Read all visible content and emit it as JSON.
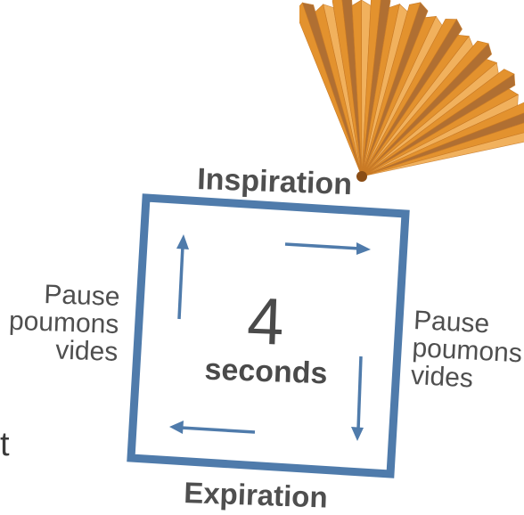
{
  "labels": {
    "top": "Inspiration",
    "bottom": "Expiration",
    "left": [
      "Pause",
      "poumons",
      "vides"
    ],
    "right": [
      "Pause",
      "poumons",
      "vides"
    ]
  },
  "center": {
    "number": "4",
    "unit": "seconds"
  },
  "edge_text": "t",
  "colors": {
    "box": "#4f7bab",
    "arrow": "#4f7bab",
    "text": "#4a4a4a",
    "fan": "#e3922e",
    "fan_shadow": "#a8601c"
  },
  "icons": [
    "paper-fan-icon"
  ]
}
